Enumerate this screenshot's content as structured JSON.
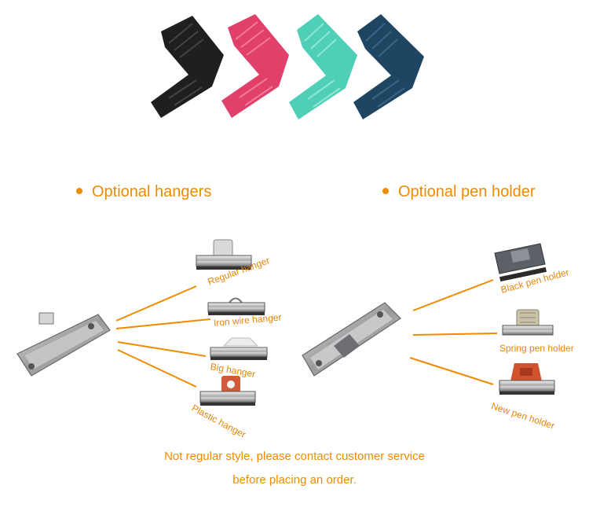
{
  "colors": {
    "accent": "#f08a00",
    "corners": [
      "#1f1f21",
      "#e0406a",
      "#4fcfb8",
      "#1e4562"
    ]
  },
  "corner_protectors": [
    {
      "name": "black-corner-protector"
    },
    {
      "name": "pink-corner-protector"
    },
    {
      "name": "mint-corner-protector"
    },
    {
      "name": "navy-corner-protector"
    }
  ],
  "hangers": {
    "title": "Optional hangers",
    "items": [
      "Regular hanger",
      "Iron wire hanger",
      "Big hanger",
      "Plastic hanger"
    ]
  },
  "pen_holders": {
    "title": "Optional pen holder",
    "items": [
      "Black pen holder",
      "Spring pen holder",
      "New pen holder"
    ]
  },
  "notice": {
    "line1": "Not regular style, please contact customer service",
    "line2": "before placing an order."
  }
}
